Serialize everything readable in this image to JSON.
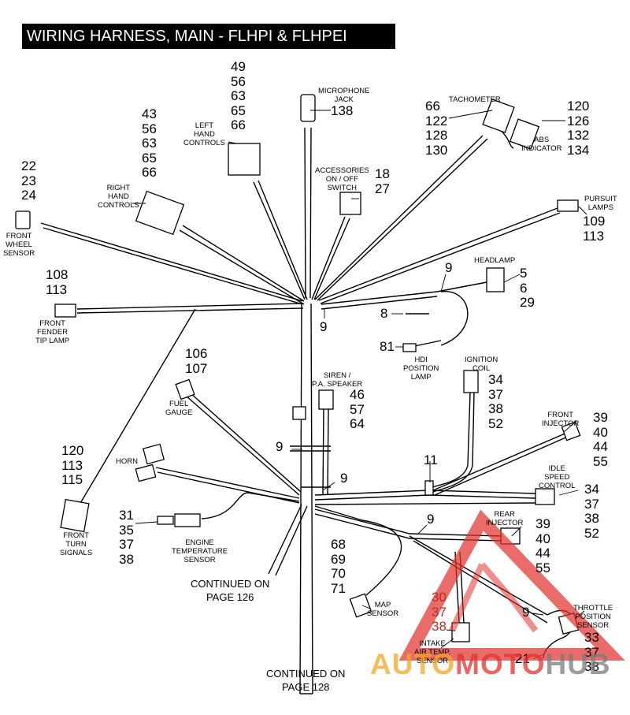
{
  "title": "WIRING HARNESS, MAIN - FLHPI & FLHPEI",
  "colors": {
    "harness": "#000000",
    "watermark_red": "#e2332e",
    "watermark_orange": "#f5a623",
    "watermark_gray": "#7b7b7b"
  },
  "components": {
    "front_wheel_sensor": {
      "label": "FRONT\nWHEEL\nSENSOR",
      "refs": "22\n23\n24"
    },
    "right_hand_controls": {
      "label": "RIGHT\nHAND\nCONTROLS",
      "refs": "43\n56\n63\n65\n66"
    },
    "left_hand_controls": {
      "label": "LEFT\nHAND\nCONTROLS",
      "refs": "49\n56\n63\n65\n66"
    },
    "microphone_jack": {
      "label": "MICROPHONE\nJACK",
      "refs": "138"
    },
    "accessories_switch": {
      "label": "ACCESSORIES\nON / OFF\nSWITCH",
      "refs_a": "18",
      "refs_b": "27"
    },
    "tachometer": {
      "label": "TACHOMETER",
      "refs": "66\n122\n128\n130"
    },
    "abs_indicator": {
      "label": "ABS\nINDICATOR",
      "refs": "120\n126\n132\n134"
    },
    "pursuit_lamps": {
      "label": "PURSUIT\nLAMPS",
      "refs": "109\n113"
    },
    "front_fender_tip_lamp": {
      "label": "FRONT\nFENDER\nTIP LAMP",
      "refs": "108\n113"
    },
    "headlamp": {
      "label": "HEADLAMP",
      "refs": "5\n6\n29"
    },
    "hdi_position_lamp": {
      "label": "HDI\nPOSITION\nLAMP",
      "refs": "81"
    },
    "fuel_gauge": {
      "label": "FUEL\nGAUGE",
      "refs": "106\n107"
    },
    "siren_speaker": {
      "label": "SIREN /\nP.A. SPEAKER",
      "refs": "46\n57\n64"
    },
    "ignition_coil": {
      "label": "IGNITION\nCOIL",
      "refs": "34\n37\n38\n52"
    },
    "front_injector": {
      "label": "FRONT\nINJECTOR",
      "refs": "39\n40\n44\n55"
    },
    "idle_speed_control": {
      "label": "IDLE\nSPEED\nCONTROL",
      "refs": "34\n37\n38\n52"
    },
    "rear_injector": {
      "label": "REAR\nINJECTOR",
      "refs": "39\n40\n44\n55"
    },
    "horn": {
      "label": "HORN"
    },
    "front_turn_signals": {
      "label": "FRONT\nTURN\nSIGNALS",
      "refs": "120\n113\n115"
    },
    "engine_temp_sensor": {
      "label": "ENGINE\nTEMPERATURE\nSENSOR",
      "refs": "31\n35\n37\n38"
    },
    "map_sensor": {
      "label": "MAP\nSENSOR",
      "refs": "68\n69\n70\n71"
    },
    "intake_air_temp_sensor": {
      "label": "INTAKE\nAIR TEMP.\nSENSOR",
      "refs": "30\n37\n38"
    },
    "throttle_position_sensor": {
      "label": "THROTTLE\nPOSITION\nSENSOR",
      "refs": "33\n37\n38"
    }
  },
  "callouts": {
    "clip_upper": "9",
    "headlamp_clip": "9",
    "hdi_ref_8": "8",
    "clip_mid": "9",
    "clip_lower": "9",
    "tie_11": "11",
    "clip_rear": "9",
    "clip_throttle": "9",
    "ref_21": "21"
  },
  "continued": {
    "page_126": "CONTINUED ON\nPAGE 126",
    "page_128": "CONTINUED ON\nPAGE 128"
  },
  "watermark": {
    "auto": "AUTO",
    "moto": "MOTO",
    "hub": "HUB"
  }
}
